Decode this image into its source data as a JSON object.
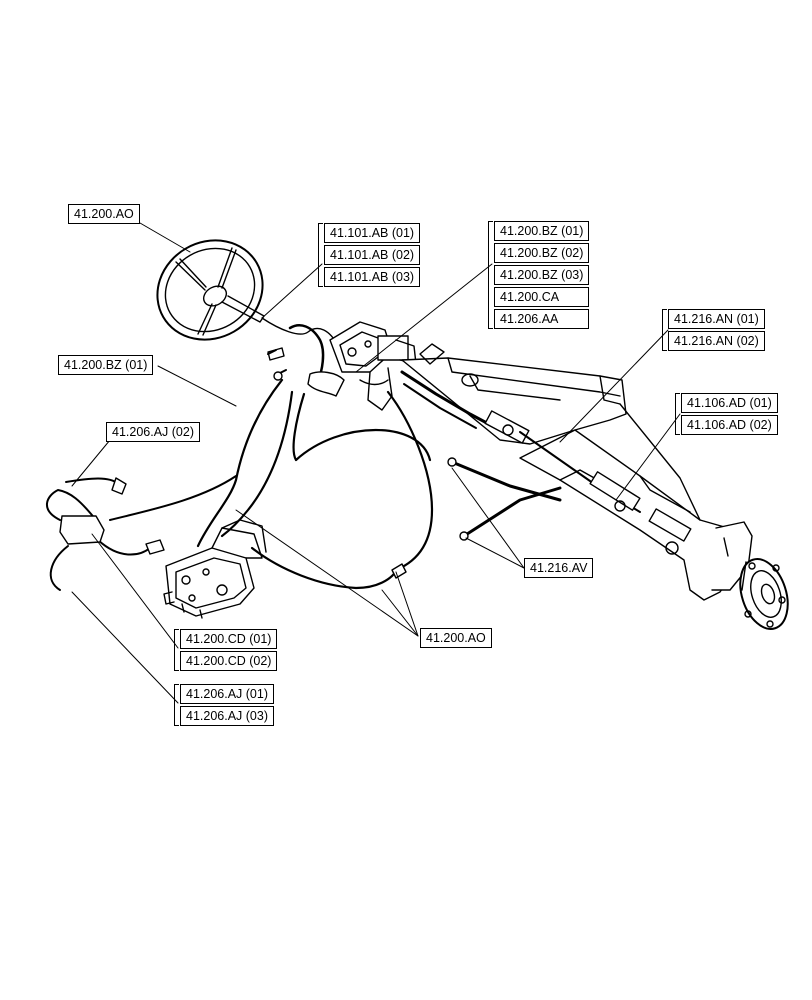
{
  "callouts": {
    "steering_wheel": "41.200.AO",
    "column_group": [
      "41.101.AB (01)",
      "41.101.AB (02)",
      "41.101.AB (03)"
    ],
    "valve_group": [
      "41.200.BZ (01)",
      "41.200.BZ (02)",
      "41.200.BZ (03)",
      "41.200.CA",
      "41.206.AA"
    ],
    "cylinder_group": [
      "41.216.AN (01)",
      "41.216.AN (02)"
    ],
    "axle_group": [
      "41.106.AD (01)",
      "41.106.AD (02)"
    ],
    "hose_bz": "41.200.BZ (01)",
    "hose_aj": "41.206.AJ (02)",
    "rods": "41.216.AV",
    "pump_cd": [
      "41.200.CD (01)",
      "41.200.CD (02)"
    ],
    "pump_aj": [
      "41.206.AJ (01)",
      "41.206.AJ (03)"
    ],
    "hoses_ao": "41.200.AO"
  }
}
